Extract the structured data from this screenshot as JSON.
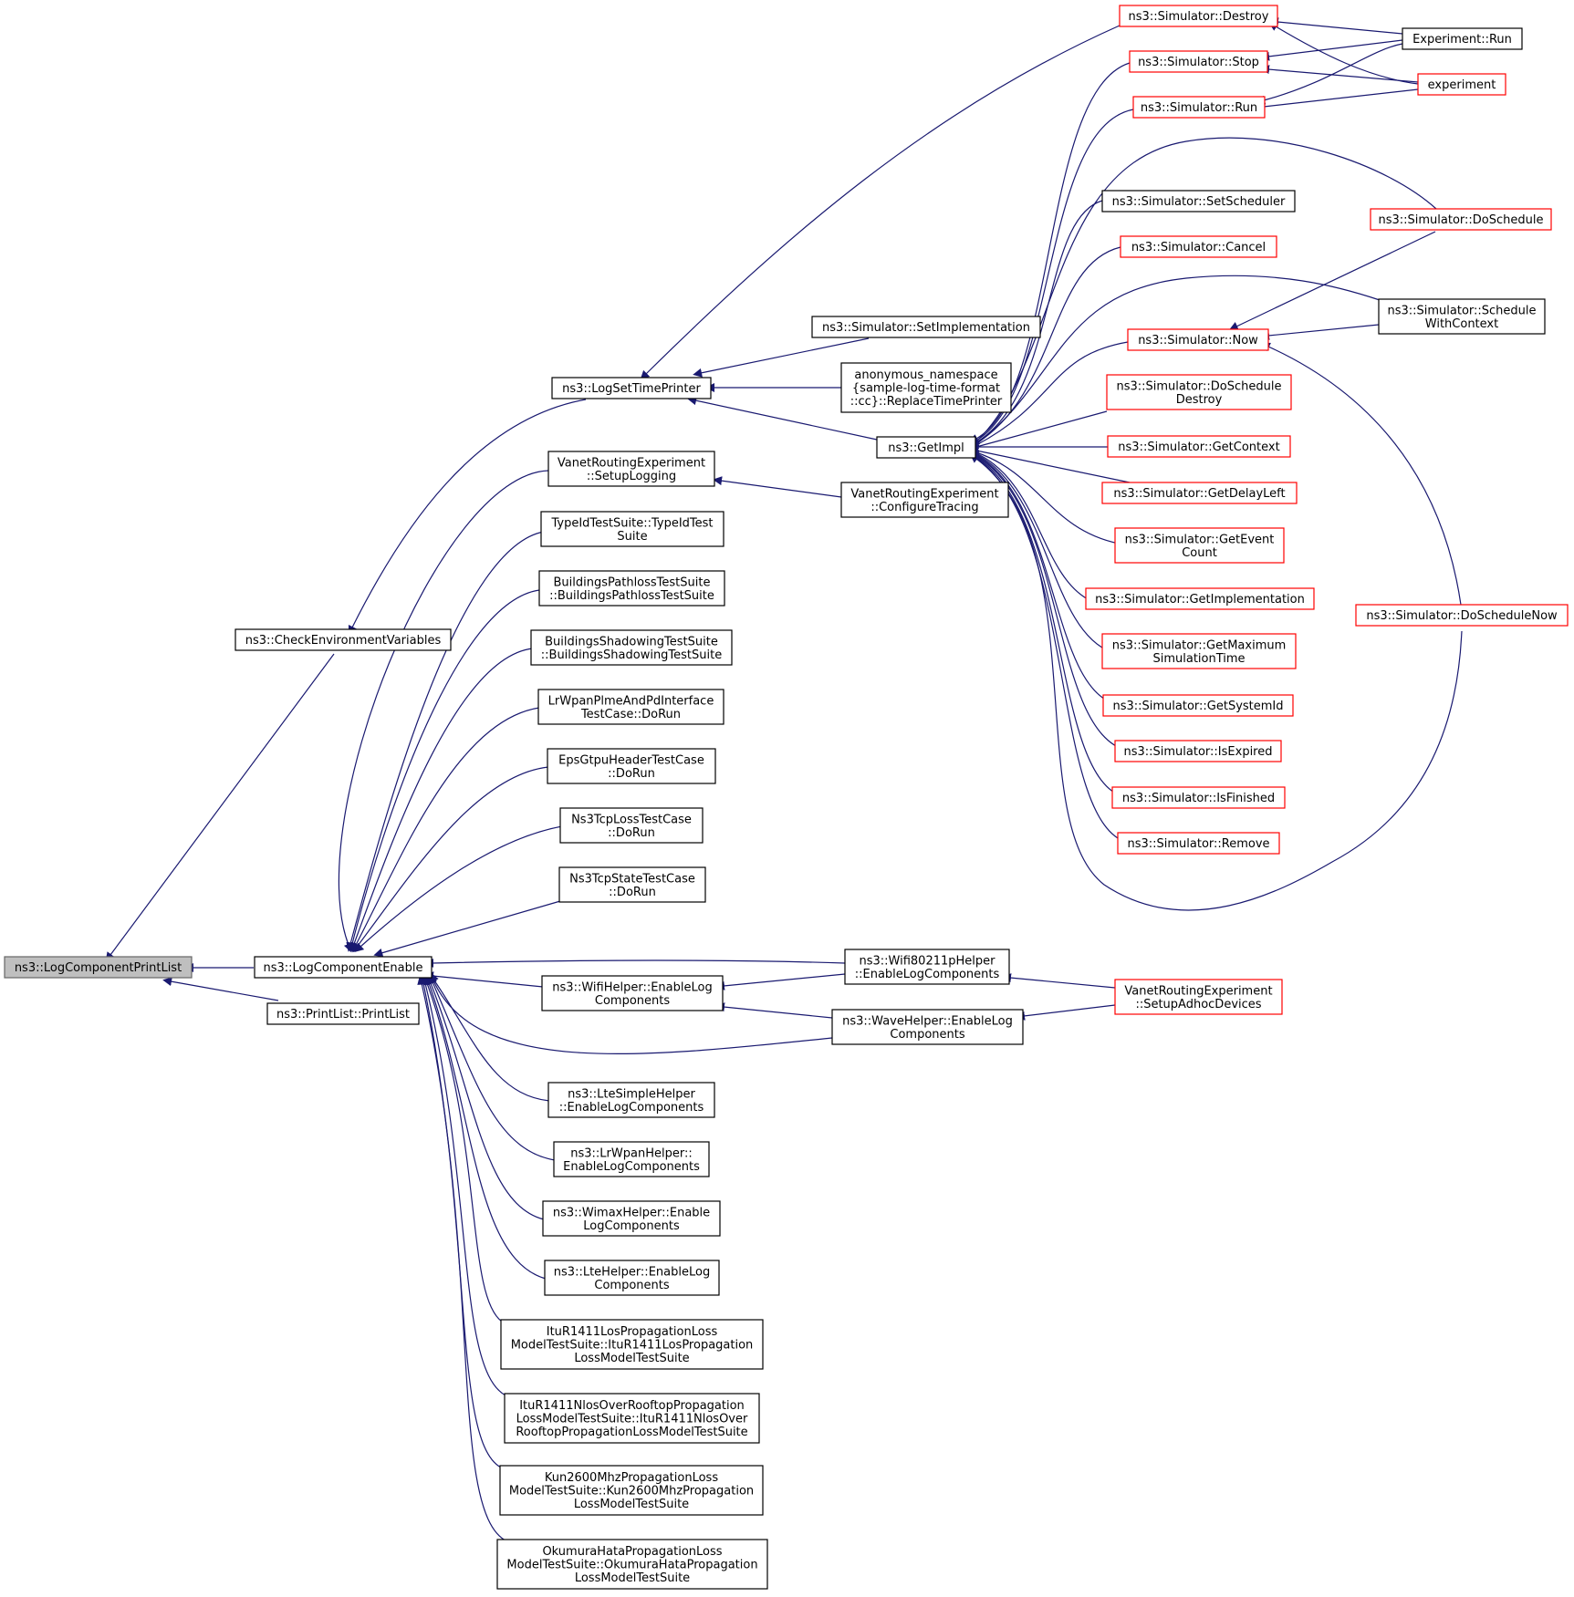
{
  "colors": {
    "edge": "#191970",
    "highlight_border": "#ff0000",
    "root_fill": "#bfbfbf"
  },
  "nodes": {
    "n_root": [
      "ns3::LogComponentPrintList"
    ],
    "n_checkenv": [
      "ns3::CheckEnvironmentVariables"
    ],
    "n_lce": [
      "ns3::LogComponentEnable"
    ],
    "n_printlist": [
      "ns3::PrintList::PrintList"
    ],
    "n_logset": [
      "ns3::LogSetTimePrinter"
    ],
    "n_vre_setup": [
      "VanetRoutingExperiment",
      "::SetupLogging"
    ],
    "n_typeid": [
      "TypeIdTestSuite::TypeIdTest",
      "Suite"
    ],
    "n_bpl": [
      "BuildingsPathlossTestSuite",
      "::BuildingsPathlossTestSuite"
    ],
    "n_bsh": [
      "BuildingsShadowingTestSuite",
      "::BuildingsShadowingTestSuite"
    ],
    "n_lrwpan_plme": [
      "LrWpanPlmeAndPdInterface",
      "TestCase::DoRun"
    ],
    "n_epsgtpu": [
      "EpsGtpuHeaderTestCase",
      "::DoRun"
    ],
    "n_tcploss": [
      "Ns3TcpLossTestCase",
      "::DoRun"
    ],
    "n_tcpstate": [
      "Ns3TcpStateTestCase",
      "::DoRun"
    ],
    "n_wifihelper": [
      "ns3::WifiHelper::EnableLog",
      "Components"
    ],
    "n_ltesimple": [
      "ns3::LteSimpleHelper",
      "::EnableLogComponents"
    ],
    "n_lrwpanhelper": [
      "ns3::LrWpanHelper::",
      "EnableLogComponents"
    ],
    "n_wimax": [
      "ns3::WimaxHelper::Enable",
      "LogComponents"
    ],
    "n_ltehelper": [
      "ns3::LteHelper::EnableLog",
      "Components"
    ],
    "n_itulos": [
      "ItuR1411LosPropagationLoss",
      "ModelTestSuite::ItuR1411LosPropagation",
      "LossModelTestSuite"
    ],
    "n_itunlos": [
      "ItuR1411NlosOverRooftopPropagation",
      "LossModelTestSuite::ItuR1411NlosOver",
      "RooftopPropagationLossModelTestSuite"
    ],
    "n_kun": [
      "Kun2600MhzPropagationLoss",
      "ModelTestSuite::Kun2600MhzPropagation",
      "LossModelTestSuite"
    ],
    "n_okumura": [
      "OkumuraHataPropagationLoss",
      "ModelTestSuite::OkumuraHataPropagation",
      "LossModelTestSuite"
    ],
    "n_setimpl": [
      "ns3::Simulator::SetImplementation"
    ],
    "n_anon": [
      "anonymous_namespace",
      "{sample-log-time-format",
      "::cc}::ReplaceTimePrinter"
    ],
    "n_getimpl": [
      "ns3::GetImpl"
    ],
    "n_configtracing": [
      "VanetRoutingExperiment",
      "::ConfigureTracing"
    ],
    "n_wifi80211p": [
      "ns3::Wifi80211pHelper",
      "::EnableLogComponents"
    ],
    "n_wave": [
      "ns3::WaveHelper::EnableLog",
      "Components"
    ],
    "n_setupadhoc": [
      "VanetRoutingExperiment",
      "::SetupAdhocDevices"
    ],
    "n_destroy": [
      "ns3::Simulator::Destroy"
    ],
    "n_stop": [
      "ns3::Simulator::Stop"
    ],
    "n_run": [
      "ns3::Simulator::Run"
    ],
    "n_setsched": [
      "ns3::Simulator::SetScheduler"
    ],
    "n_cancel": [
      "ns3::Simulator::Cancel"
    ],
    "n_now": [
      "ns3::Simulator::Now"
    ],
    "n_dsdestroy": [
      "ns3::Simulator::DoSchedule",
      "Destroy"
    ],
    "n_getctx": [
      "ns3::Simulator::GetContext"
    ],
    "n_getdelay": [
      "ns3::Simulator::GetDelayLeft"
    ],
    "n_getevent": [
      "ns3::Simulator::GetEvent",
      "Count"
    ],
    "n_getimplementation": [
      "ns3::Simulator::GetImplementation"
    ],
    "n_getmax": [
      "ns3::Simulator::GetMaximum",
      "SimulationTime"
    ],
    "n_getsys": [
      "ns3::Simulator::GetSystemId"
    ],
    "n_isexpired": [
      "ns3::Simulator::IsExpired"
    ],
    "n_isfinished": [
      "ns3::Simulator::IsFinished"
    ],
    "n_remove": [
      "ns3::Simulator::Remove"
    ],
    "n_exprun": [
      "Experiment::Run"
    ],
    "n_experiment": [
      "experiment"
    ],
    "n_doschedule": [
      "ns3::Simulator::DoSchedule"
    ],
    "n_schedctx": [
      "ns3::Simulator::Schedule",
      "WithContext"
    ],
    "n_doschednow": [
      "ns3::Simulator::DoScheduleNow"
    ]
  }
}
